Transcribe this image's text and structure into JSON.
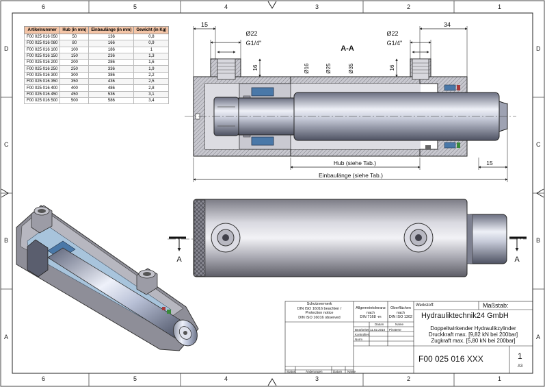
{
  "frame": {
    "zones_top": [
      "6",
      "5",
      "4",
      "3",
      "2",
      "1"
    ],
    "zones_bottom": [
      "6",
      "5",
      "4",
      "3",
      "2",
      "1"
    ],
    "zones_left": [
      "D",
      "C",
      "B",
      "A"
    ],
    "zones_right": [
      "D",
      "C",
      "B",
      "A"
    ]
  },
  "spec_table": {
    "headers": [
      "Artikelnummer",
      "Hub (in mm)",
      "Einbaulänge (in mm)",
      "Gewicht (in Kg)"
    ],
    "rows": [
      [
        "F00 025 016 050",
        "50",
        "136",
        "0,8"
      ],
      [
        "F00 025 016 080",
        "80",
        "166",
        "0,9"
      ],
      [
        "F00 025 016 100",
        "100",
        "186",
        "1"
      ],
      [
        "F00 025 016 150",
        "150",
        "236",
        "1,3"
      ],
      [
        "F00 025 016 200",
        "200",
        "286",
        "1,6"
      ],
      [
        "F00 025 016 250",
        "250",
        "336",
        "1,9"
      ],
      [
        "F00 025 016 300",
        "300",
        "386",
        "2,2"
      ],
      [
        "F00 025 016 350",
        "350",
        "436",
        "2,5"
      ],
      [
        "F00 025 016 400",
        "400",
        "486",
        "2,8"
      ],
      [
        "F00 025 016 450",
        "450",
        "536",
        "3,1"
      ],
      [
        "F00 025 016 500",
        "500",
        "586",
        "3,4"
      ]
    ]
  },
  "section": {
    "title": "A-A",
    "dim_left_offset": "15",
    "dim_port_dia_left": "Ø22",
    "dim_thread_left": "G1/4\"",
    "dim_port_height_left": "16",
    "dim_rod_dia": "Ø16",
    "dim_piston_dia": "Ø25",
    "dim_tube_dia": "Ø35",
    "dim_port_dia_right": "Ø22",
    "dim_thread_right": "G1/4\"",
    "dim_port_height_right": "16",
    "dim_right_offset": "34",
    "dim_rod_end": "15",
    "dim_stroke": "Hub (siehe Tab.)",
    "dim_length": "Einbaulänge (siehe Tab.)"
  },
  "side_view": {
    "section_mark_left": "A",
    "section_mark_right": "A"
  },
  "title_block": {
    "protection_1": "Schutzvermerk",
    "protection_2": "DIN ISO 16016 beachten /",
    "protection_3": "Protection notice",
    "protection_4": "DIN ISO 16016 observed",
    "tolerance_1": "Allgemeintoleranz",
    "tolerance_2": "nach",
    "tolerance_3": "DIN 7168 -m",
    "surface_1": "Oberflächen",
    "surface_2": "nach",
    "surface_3": "DIN ISO 1302",
    "date_header": "Datum",
    "name_header": "Name",
    "row_drawn": "Bearbeitet",
    "row_drawn_date": "11.02.2010",
    "row_drawn_name": "Pinsterte",
    "row_checked": "Kontrolliert",
    "row_norm": "Norm",
    "material_label": "Werkstoff:",
    "scale_label": "Maßstab:",
    "company": "Hydrauliktechnik24 GmbH",
    "desc_1": "Doppeltwirkender Hydraulikzylinder",
    "desc_2": "Druckkraft max. [9,82 kN bei 200bar]",
    "desc_3": "Zugkraft max. [5,80 kN bei 200bar]",
    "drawing_number": "F00 025 016 XXX",
    "sheet_number": "1",
    "sheet_format": "A3",
    "rev_col_1": "Status",
    "rev_col_2": "Änderungen",
    "rev_col_3": "Datum",
    "rev_col_4": "Name"
  },
  "colors": {
    "steel_light": "#e8e8ee",
    "steel_mid": "#b4b4bc",
    "steel_dark": "#5a5a64",
    "seal_blue": "#4a78a8",
    "rod_highlight": "#f4f6fb",
    "table_header": "#f3c4a6"
  }
}
